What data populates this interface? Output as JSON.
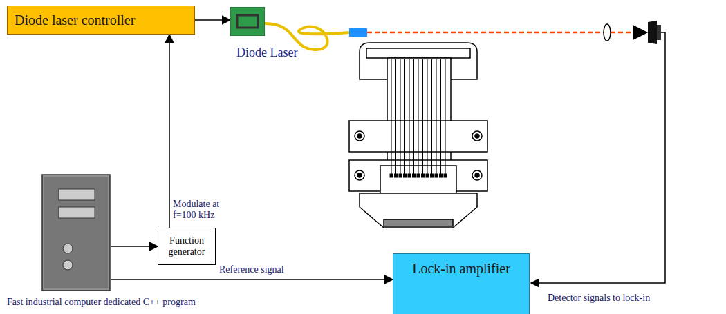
{
  "diagram": {
    "nodes": [
      {
        "text": [
          "Diode laser controller"
        ]
      },
      {
        "text": [
          "Diode Laser"
        ]
      },
      {
        "text": [
          "Fast industrial computer dedicated C++ program"
        ]
      },
      {
        "text": [
          "Function generator"
        ]
      },
      {
        "text": [
          "Lock-in amplifier"
        ]
      }
    ],
    "edges": [
      {
        "from": 0,
        "to": 1,
        "arrow": "to"
      },
      {
        "from": 2,
        "to": 3,
        "arrow": "to"
      },
      {
        "from": 3,
        "to": 0,
        "arrow": "to"
      },
      {
        "from": 2,
        "to": 4,
        "label": "Reference signal",
        "arrow": "to"
      }
    ],
    "labels": [
      "Modulate at f=100 kHz",
      "Detector signals to lock-in"
    ]
  }
}
